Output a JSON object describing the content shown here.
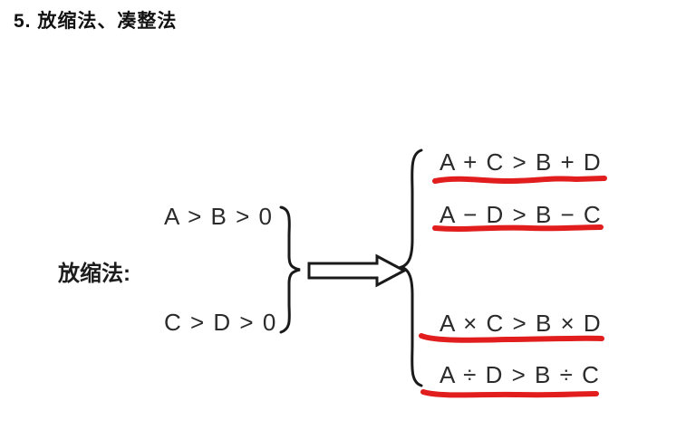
{
  "page": {
    "title": "5. 放缩法、凑整法",
    "method_label": "放缩法:",
    "premises": {
      "0": "A > B > 0",
      "1": "C > D > 0"
    },
    "conclusions": {
      "0": "A + C > B + D",
      "1": "A − D > B − C",
      "2": "A × C > B × D",
      "3": "A ÷ D > B ÷ C"
    },
    "colors": {
      "background": "#ffffff",
      "text": "#2b2b2b",
      "title_text": "#121212",
      "underline_red": "#e11d1d",
      "stroke_black": "#1a1a1a"
    }
  }
}
